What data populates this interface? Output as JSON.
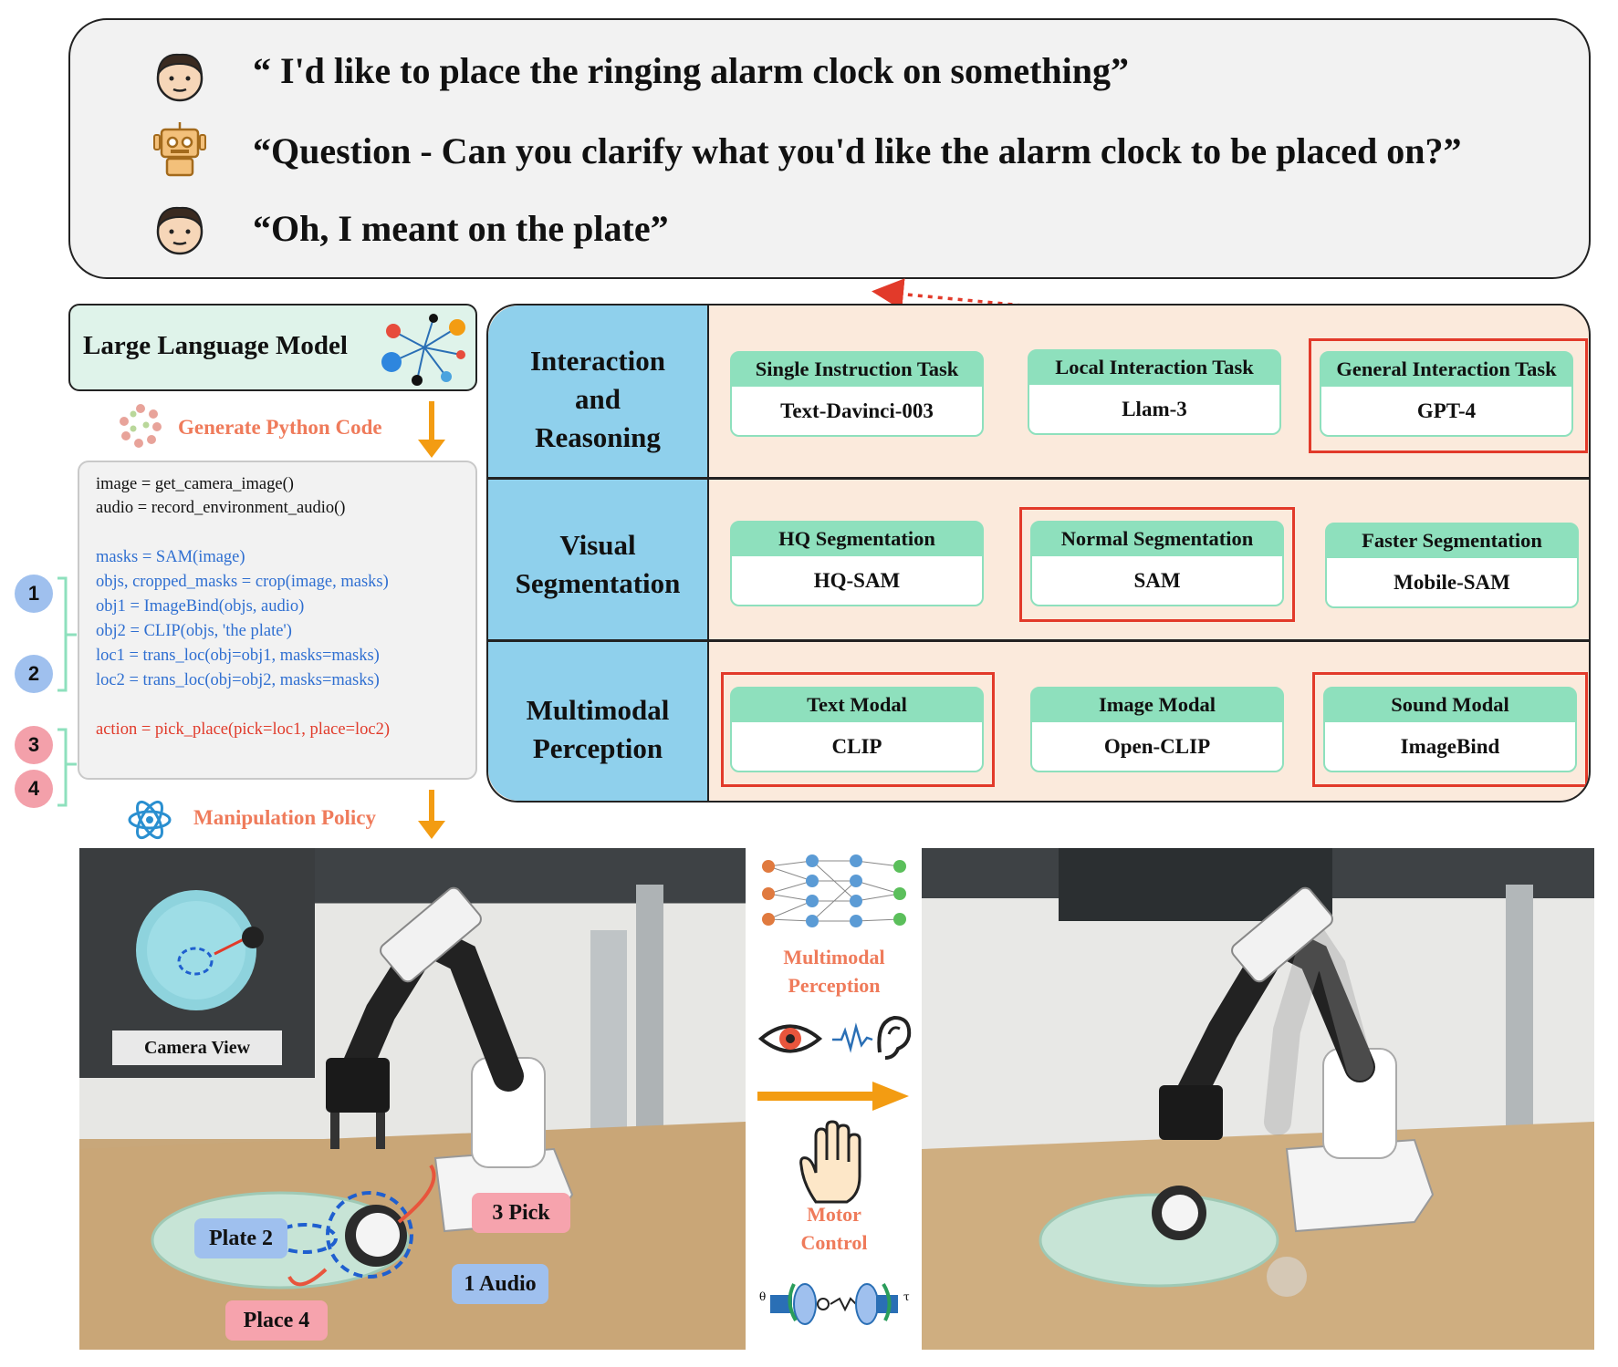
{
  "dialog": {
    "user_line_1": "“ I'd like to place the ringing alarm clock on something”",
    "robot_line": "“Question - Can you clarify what you'd like the alarm clock to be placed on?”",
    "user_line_2": "“Oh, I meant on the plate”",
    "icons": [
      "user-face-icon",
      "robot-icon",
      "user-face-icon"
    ]
  },
  "pipeline": {
    "llm_label": "Large Language Model",
    "generate_code_label": "Generate Python Code",
    "manipulation_policy_label": "Manipulation Policy",
    "code_lines": [
      {
        "text": "image = get_camera_image()",
        "color": "#111111"
      },
      {
        "text": "audio = record_environment_audio()",
        "color": "#111111"
      },
      {
        "text": "masks = SAM(image)",
        "color": "#2f6fd1"
      },
      {
        "text": "objs, cropped_masks = crop(image, masks)",
        "color": "#2f6fd1"
      },
      {
        "text": "obj1 = ImageBind(objs, audio)",
        "color": "#2f6fd1"
      },
      {
        "text": "obj2 = CLIP(objs, 'the plate')",
        "color": "#2f6fd1"
      },
      {
        "text": "loc1 = trans_loc(obj=obj1, masks=masks)",
        "color": "#2f6fd1"
      },
      {
        "text": "loc2 = trans_loc(obj=obj2, masks=masks)",
        "color": "#2f6fd1"
      },
      {
        "text": "action = pick_place(pick=loc1, place=loc2)",
        "color": "#e13b2b"
      }
    ],
    "step_numbers": [
      "1",
      "2",
      "3",
      "4"
    ]
  },
  "table": {
    "rows": [
      {
        "header": [
          "Interaction",
          "and",
          "Reasoning"
        ],
        "cards": [
          {
            "title": "Single Instruction Task",
            "model": "Text-Davinci-003"
          },
          {
            "title": "Local Interaction Task",
            "model": "Llam-3"
          },
          {
            "title": "General Interaction Task",
            "model": "GPT-4"
          }
        ]
      },
      {
        "header": [
          "Visual",
          "Segmentation"
        ],
        "cards": [
          {
            "title": "HQ Segmentation",
            "model": "HQ-SAM"
          },
          {
            "title": "Normal Segmentation",
            "model": "SAM"
          },
          {
            "title": "Faster Segmentation",
            "model": "Mobile-SAM"
          }
        ]
      },
      {
        "header": [
          "Multimodal",
          "Perception"
        ],
        "cards": [
          {
            "title": "Text Modal",
            "model": "CLIP"
          },
          {
            "title": "Image Modal",
            "model": "Open-CLIP"
          },
          {
            "title": "Sound Modal",
            "model": "ImageBind"
          }
        ]
      }
    ]
  },
  "scene": {
    "camera_view_label": "Camera View",
    "tags": {
      "pick": "3  Pick",
      "plate": "Plate  2",
      "audio": "1 Audio",
      "place": "Place  4"
    },
    "middle": {
      "multimodal_perception": [
        "Multimodal",
        "Perception"
      ],
      "motor_control": [
        "Motor",
        "Control"
      ],
      "icons": [
        "neural-network-icon",
        "eye-icon",
        "ear-icon",
        "hand-icon",
        "motor-icon"
      ]
    }
  },
  "colors": {
    "accent_orange": "#f39c12",
    "highlight_red": "#e23a2a",
    "card_green": "#8ee0bd",
    "row_header_blue": "#8fd0ec",
    "table_bg": "#fbeadc",
    "code_blue": "#2f6fd1",
    "code_red": "#e13b2b",
    "label_salmon": "#ef7b5b"
  }
}
